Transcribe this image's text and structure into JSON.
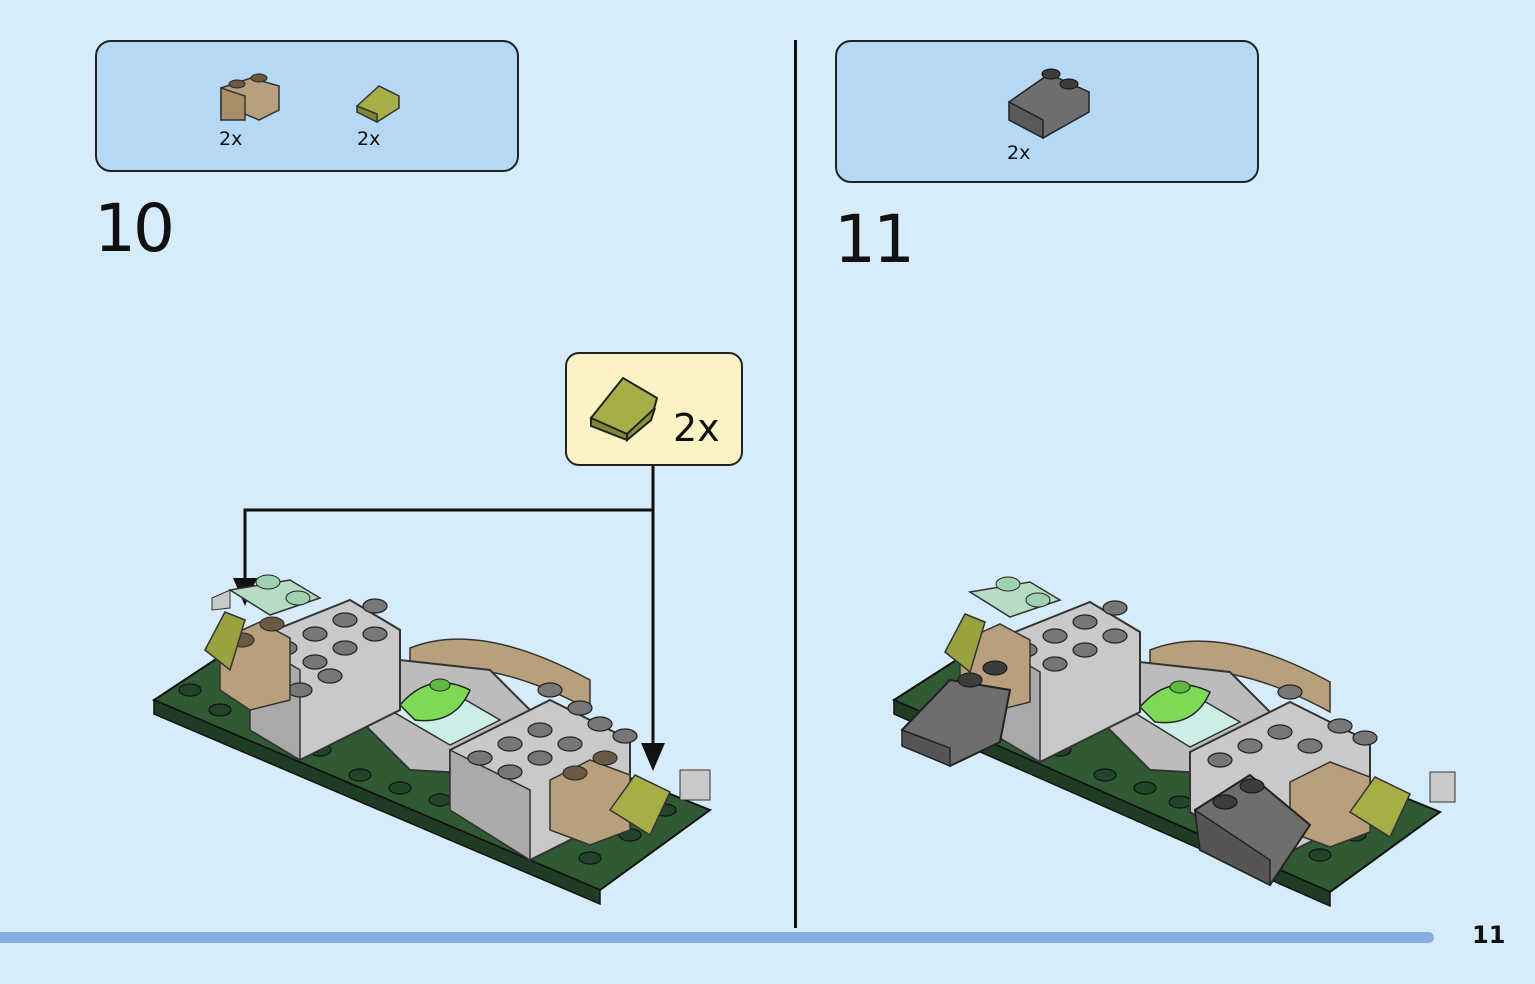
{
  "step10": {
    "number": "10",
    "parts": [
      {
        "name": "tan-brick-round-corner",
        "qty": "2x"
      },
      {
        "name": "olive-slope-brick",
        "qty": "2x"
      }
    ],
    "callout": {
      "qty": "2x"
    }
  },
  "step11": {
    "number": "11",
    "parts": [
      {
        "name": "dark-grey-slope-brick",
        "qty": "2x"
      }
    ]
  },
  "page_number": "11",
  "colors": {
    "background": "#d6ecfb",
    "parts_box": "#b5d8f4",
    "callout_box": "#fbf3c6",
    "baseplate_green": "#2f5a34",
    "light_grey": "#c9c9c9",
    "dark_grey": "#6e6e6e",
    "tan": "#b9a07c",
    "olive": "#9aa23e",
    "lime": "#7ed957",
    "progress": "#86aee0"
  }
}
